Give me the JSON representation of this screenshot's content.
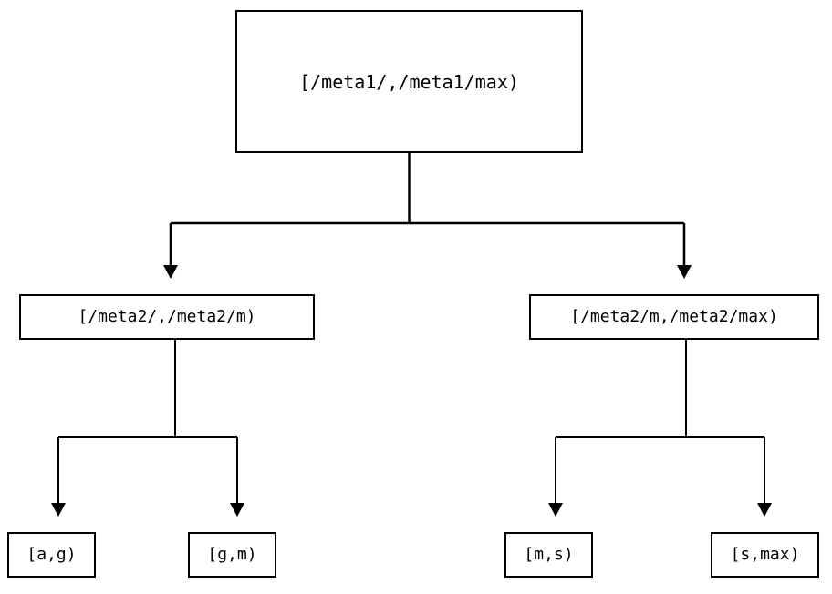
{
  "diagram": {
    "type": "tree",
    "orientation": "top-down",
    "background_color": "#ffffff",
    "line_color": "#000000",
    "text_color": "#000000",
    "nodes": {
      "root": {
        "label": "[/meta1/,/meta1/max)"
      },
      "mid_left": {
        "label": "[/meta2/,/meta2/m)"
      },
      "mid_right": {
        "label": "[/meta2/m,/meta2/max)"
      },
      "leaf_1": {
        "label": "[a,g)"
      },
      "leaf_2": {
        "label": "[g,m)"
      },
      "leaf_3": {
        "label": "[m,s)"
      },
      "leaf_4": {
        "label": "[s,max)"
      }
    },
    "edges": [
      {
        "from": "root",
        "to": "mid_left",
        "arrow": "triangle-down"
      },
      {
        "from": "root",
        "to": "mid_right",
        "arrow": "triangle-down"
      },
      {
        "from": "mid_left",
        "to": "leaf_1",
        "arrow": "triangle-down"
      },
      {
        "from": "mid_left",
        "to": "leaf_2",
        "arrow": "triangle-down"
      },
      {
        "from": "mid_right",
        "to": "leaf_3",
        "arrow": "triangle-down"
      },
      {
        "from": "mid_right",
        "to": "leaf_4",
        "arrow": "triangle-down"
      }
    ]
  }
}
